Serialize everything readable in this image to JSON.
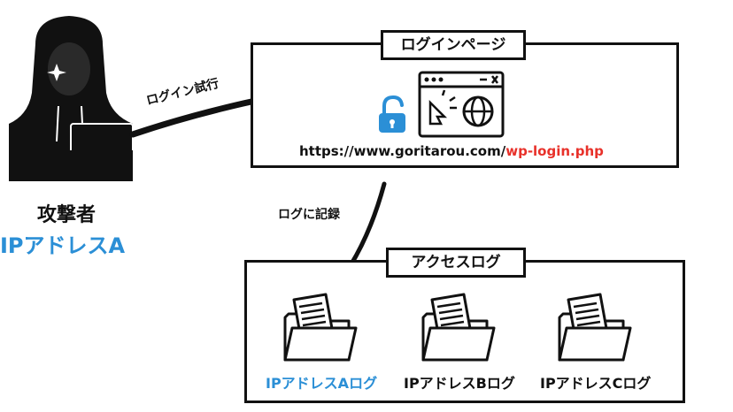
{
  "attacker": {
    "title": "攻撃者",
    "ip": "IPアドレスA"
  },
  "arrows": {
    "login_attempt": "ログイン試行",
    "log_record": "ログに記録"
  },
  "login_page": {
    "title": "ログインページ",
    "url_base": "https://www.goritarou.com/",
    "url_path": "wp-login.php"
  },
  "access_log": {
    "title": "アクセスログ",
    "folders": [
      {
        "label": "IPアドレスAログ",
        "highlight": true
      },
      {
        "label": "IPアドレスBログ",
        "highlight": false
      },
      {
        "label": "IPアドレスCログ",
        "highlight": false
      }
    ]
  },
  "colors": {
    "accent_blue": "#2b8fd6",
    "url_red": "#e8312a",
    "cross_red": "#e8312a",
    "ink": "#111111"
  }
}
